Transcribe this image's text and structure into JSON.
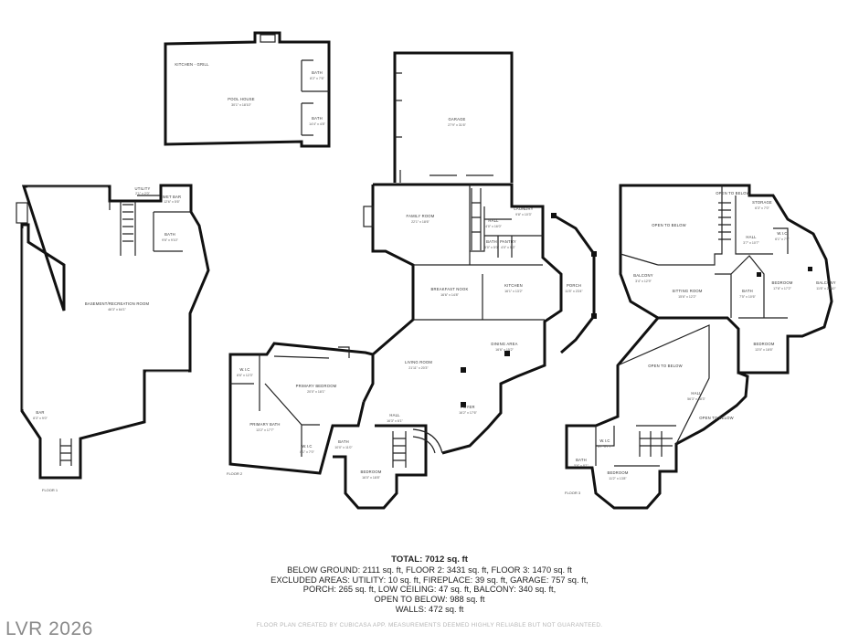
{
  "summary": {
    "total": "TOTAL: 7012 sq. ft",
    "line1": "BELOW GROUND: 2111 sq. ft, FLOOR 2: 3431 sq. ft, FLOOR 3: 1470 sq. ft",
    "line2": "EXCLUDED AREAS: UTILITY: 10 sq. ft, FIREPLACE: 39 sq. ft, GARAGE: 757 sq. ft,",
    "line3": "PORCH: 265 sq. ft, LOW CEILING: 47 sq. ft, BALCONY: 340 sq. ft,",
    "line4": "OPEN TO BELOW: 988 sq. ft",
    "line5": "WALLS: 472 sq. ft"
  },
  "disclaimer": "FLOOR PLAN CREATED BY CUBICASA APP. MEASUREMENTS DEEMED HIGHLY RELIABLE BUT NOT GUARANTEED.",
  "watermark": "LVR 2026",
  "floor_labels": {
    "floor1": "FLOOR 1",
    "floor2": "FLOOR 2",
    "floor3": "FLOOR 3"
  },
  "rooms": {
    "kitchen_grill": "KITCHEN - GRILL",
    "pool_house": "POOL HOUSE",
    "pool_house_dim": "30'1\" x 18'10\"",
    "pool_bath1": "BATH",
    "pool_bath1_dim": "8'2\" x 7'6\"",
    "pool_bath2": "BATH",
    "pool_bath2_dim": "14'4\" x 4'8\"",
    "garage": "GARAGE",
    "garage_dim": "27'9\" x 31'6\"",
    "utility": "UTILITY",
    "utility_dim": "2'1\" x 2'0\"",
    "wet_bar": "WET BAR",
    "wet_bar_dim": "12'6\" x 5'6\"",
    "basement_bath": "BATH",
    "basement_bath_dim": "9'6\" x 9'10\"",
    "basement_room": "BASEMENT/RECREATION ROOM",
    "basement_room_dim": "46'3\" x 64'1\"",
    "bar": "BAR",
    "bar_dim": "8'3\" x 9'0\"",
    "family_room": "FAMILY ROOM",
    "family_room_dim": "22'1\" x 18'6\"",
    "hall_f2a": "HALL",
    "hall_f2a_dim": "4'0\" x 16'0\"",
    "laundry": "LAUNDRY",
    "laundry_dim": "9'8\" x 10'3\"",
    "bath_f2a": "BATH",
    "bath_f2a_dim": "5'0\" x 5'0\"",
    "pantry": "PANTRY",
    "pantry_dim": "4'0\" x 5'3\"",
    "porch": "PORCH",
    "porch_dim": "11'5\" x 23'4\"",
    "breakfast_nook": "BREAKFAST NOOK",
    "breakfast_nook_dim": "16'6\" x 14'8\"",
    "kitchen": "KITCHEN",
    "kitchen_dim": "16'1\" x 13'2\"",
    "dining_area": "DINING AREA",
    "dining_area_dim": "16'6\" x 15'2\"",
    "living_room": "LIVING ROOM",
    "living_room_dim": "21'11\" x 20'3\"",
    "foyer": "FOYER",
    "foyer_dim": "16'2\" x 17'6\"",
    "hall_f2b": "HALL",
    "hall_f2b_dim": "16'3\" x 6'1\"",
    "wic_f2a": "W.I.C",
    "wic_f2a_dim": "8'6\" x 12'3\"",
    "primary_bedroom": "PRIMARY BEDROOM",
    "primary_bedroom_dim": "20'0\" x 18'1\"",
    "primary_bath": "PRIMARY BATH",
    "primary_bath_dim": "13'2\" x 17'7\"",
    "wic_f2b": "W.I.C",
    "wic_f2b_dim": "8'1\" x 7'0\"",
    "bath_f2b": "BATH",
    "bath_f2b_dim": "10'0\" x 11'0\"",
    "bedroom_f2": "BEDROOM",
    "bedroom_f2_dim": "16'0\" x 18'8\"",
    "open_to_below_1": "OPEN TO BELOW",
    "open_to_below_2": "OPEN TO BELOW",
    "storage": "STORAGE",
    "storage_dim": "6'3\" x 7'0\"",
    "hall_f3a": "HALL",
    "hall_f3a_dim": "3'7\" x 10'7\"",
    "wic_f3a": "W.I.C",
    "wic_f3a_dim": "6'1\" x 7'9\"",
    "balcony_1": "BALCONY",
    "balcony_1_dim": "3'4\" x 12'9\"",
    "sitting_room": "SITTING ROOM",
    "sitting_room_dim": "15'6\" x 12'2\"",
    "bath_f3a": "BATH",
    "bath_f3a_dim": "7'5\" x 10'6\"",
    "bedroom_f3a": "BEDROOM",
    "bedroom_f3a_dim": "17'8\" x 17'2\"",
    "balcony_2": "BALCONY",
    "balcony_2_dim": "11'6\" x 25'10\"",
    "bedroom_f3b": "BEDROOM",
    "bedroom_f3b_dim": "13'0\" x 18'6\"",
    "open_to_below_3": "OPEN TO BELOW",
    "hall_f3b": "HALL",
    "hall_f3b_dim": "56'3\" x 38'3\"",
    "open_to_below_4": "OPEN TO BELOW",
    "wic_f3b": "W.I.C",
    "wic_f3b_dim": "3'7\" x 7'7\"",
    "bath_f3b": "BATH",
    "bath_f3b_dim": "5'6\" x 8'1\"",
    "bedroom_f3c": "BEDROOM",
    "bedroom_f3c_dim": "11'2\" x 13'8\""
  }
}
